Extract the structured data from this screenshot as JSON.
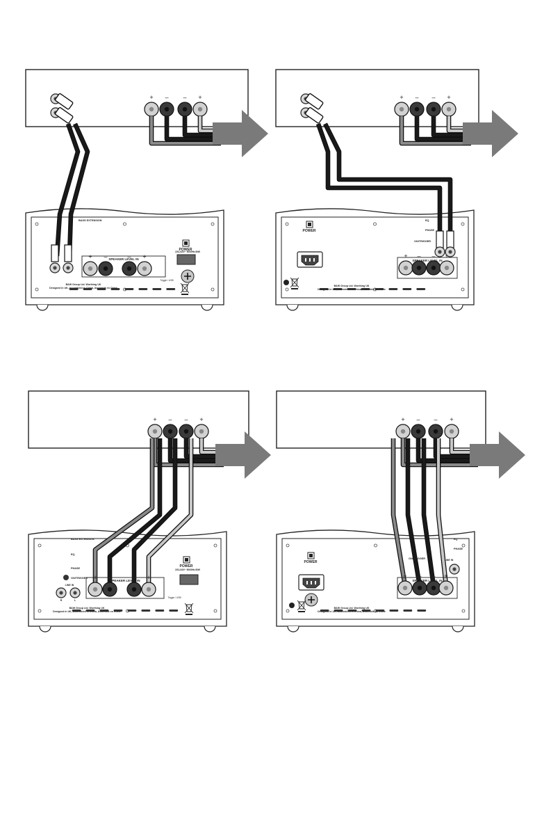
{
  "colors": {
    "background": "#ffffff",
    "panel_stroke": "#222222",
    "cable_dark": "#1a1a1a",
    "cable_mid": "#8a8a8a",
    "cable_light": "#c8c8c8",
    "arrow_fill": "#7a7a7a"
  },
  "terminals": {
    "plus": "+",
    "minus": "–"
  },
  "labels": {
    "power": "POWER",
    "speaker_level_in": "SPEAKER LEVEL IN",
    "bass_extension": "BASS EXTENSION",
    "eq": "EQ",
    "phase": "PHASE",
    "on_trigger": "ON/TRIGGER",
    "line_in": "LINE IN",
    "r": "R",
    "l": "L",
    "trigger": "Trigger / USB",
    "voltage": "220-240V~ 50/60Hz 80W",
    "maker_line1": "B&W Group Ltd. Worthing UK",
    "maker_line2": "Designed in UK, Assembled in China, Assemblé en Chine"
  },
  "icons": [
    "weee-bin-icon",
    "power-switch-icon",
    "iec-inlet-icon",
    "fuse-icon"
  ]
}
